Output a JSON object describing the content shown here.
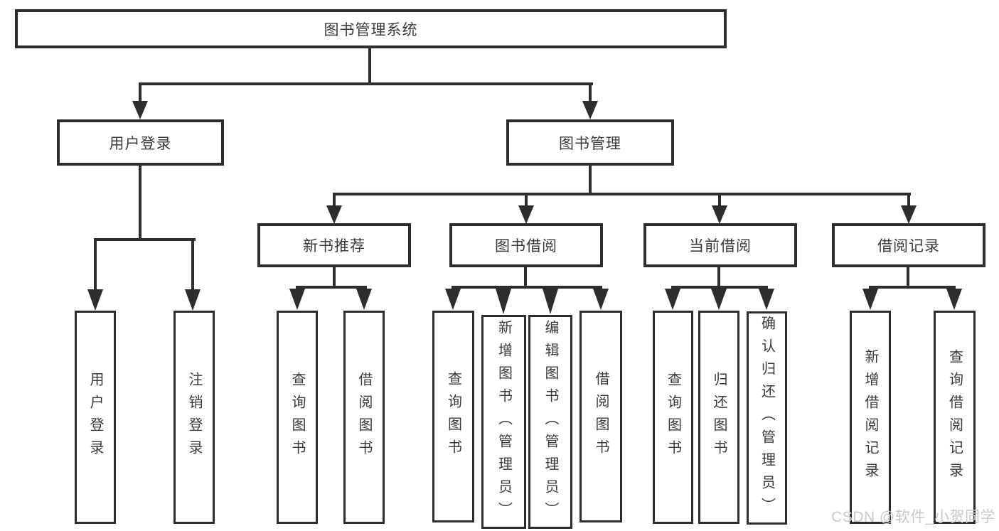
{
  "diagram": {
    "root": {
      "label": "图书管理系统"
    },
    "level2": [
      {
        "label": "用户登录"
      },
      {
        "label": "图书管理"
      }
    ],
    "level3": [
      {
        "label": "新书推荐"
      },
      {
        "label": "图书借阅"
      },
      {
        "label": "当前借阅"
      },
      {
        "label": "借阅记录"
      }
    ],
    "leaves": {
      "user_login": [
        {
          "label": "用户登录"
        },
        {
          "label": "注销登录"
        }
      ],
      "new_book_recommend": [
        {
          "label": "查询图书"
        },
        {
          "label": "借阅图书"
        }
      ],
      "book_borrow": [
        {
          "label": "查询图书"
        },
        {
          "label": "新增图书（管理员）"
        },
        {
          "label": "编辑图书（管理员）"
        },
        {
          "label": "借阅图书"
        }
      ],
      "current_borrow": [
        {
          "label": "查询图书"
        },
        {
          "label": "归还图书"
        },
        {
          "label": "确认归还（管理员）"
        }
      ],
      "borrow_records": [
        {
          "label": "新增借阅记录"
        },
        {
          "label": "查询借阅记录"
        }
      ]
    },
    "watermark": "CSDN @软件_小贺同学",
    "colors": {
      "line": "#2d2d2d",
      "text": "#3a3a3a",
      "watermark": "#c9c9c9",
      "background": "#ffffff"
    }
  }
}
